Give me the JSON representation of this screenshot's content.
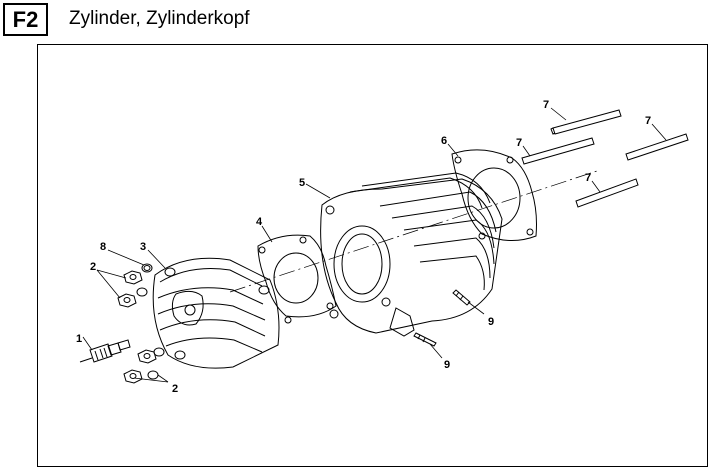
{
  "header": {
    "section_code": "F2",
    "title": "Zylinder, Zylinderkopf"
  },
  "callouts": {
    "c1": "1",
    "c2a": "2",
    "c2b": "2",
    "c3": "3",
    "c4": "4",
    "c5": "5",
    "c6": "6",
    "c7a": "7",
    "c7b": "7",
    "c7c": "7",
    "c7d": "7",
    "c8": "8",
    "c9a": "9",
    "c9b": "9"
  }
}
